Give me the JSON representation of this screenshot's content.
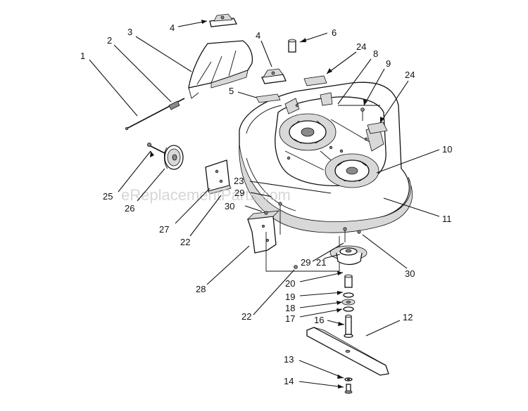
{
  "watermark": "eReplacementParts.com",
  "labels": [
    "1",
    "2",
    "3",
    "4",
    "4",
    "5",
    "6",
    "24",
    "8",
    "9",
    "24",
    "10",
    "23",
    "29",
    "11",
    "25",
    "26",
    "30",
    "27",
    "22",
    "28",
    "29",
    "21",
    "30",
    "20",
    "19",
    "18",
    "17",
    "22",
    "16",
    "12",
    "13",
    "14"
  ]
}
